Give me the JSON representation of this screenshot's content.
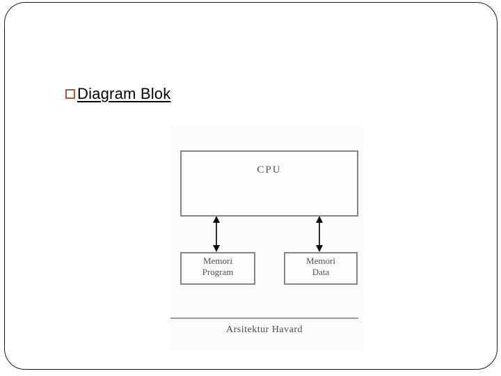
{
  "slide": {
    "title": "Diagram Blok"
  },
  "diagram": {
    "cpu_label": "CPU",
    "memory_boxes": [
      {
        "id": "memory-program",
        "lines": [
          "Memori",
          "Program"
        ]
      },
      {
        "id": "memory-data",
        "lines": [
          "Memori",
          "Data"
        ]
      }
    ],
    "caption": "Arsitektur Havard"
  },
  "colors": {
    "bullet_border": "#b4583a",
    "box_border": "#848484",
    "diagram_text": "#4f4f4f",
    "divider": "#999999",
    "slide_border": "#1c1c1c"
  }
}
